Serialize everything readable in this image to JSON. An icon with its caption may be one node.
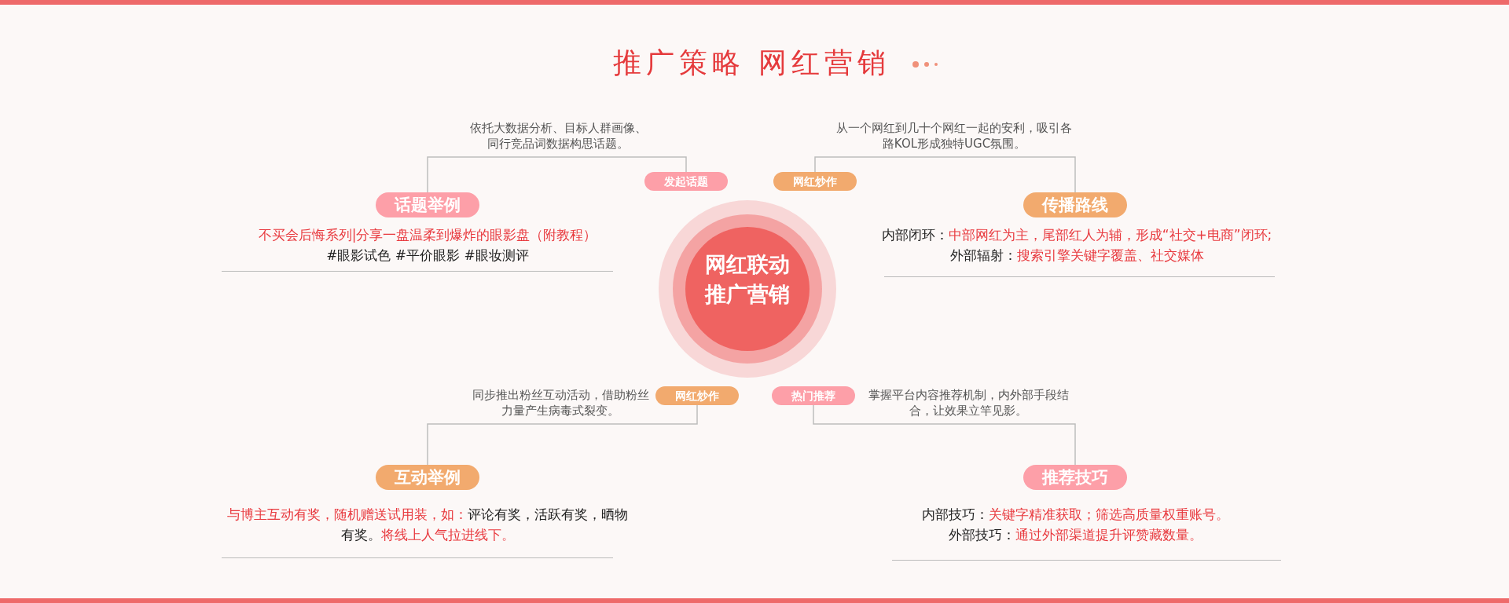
{
  "diagram": {
    "title": "推广策略 网红营销",
    "nodes": [
      {
        "text": [
          "网红联动推广营销"
        ]
      },
      {
        "text": [
          "发起话题"
        ]
      },
      {
        "text": [
          "话题举例"
        ],
        "beside": [
          "不买会后悔系列|分享一盘温柔到爆炸的眼影盘（附教程）",
          "#眼影试色 #平价眼影 #眼妆测评"
        ]
      },
      {
        "text": [
          "网红炒作"
        ]
      },
      {
        "text": [
          "传播路线"
        ],
        "beside": [
          "内部闭环：",
          "中部网红为主，尾部红人为辅，形成“社交+电商”闭环;",
          "外部辐射：",
          "搜索引擎关键字覆盖、社交媒体"
        ]
      },
      {
        "text": [
          "网红炒作"
        ]
      },
      {
        "text": [
          "互动举例"
        ],
        "beside": [
          "与博主互动有奖，随机赠送试用装，如：",
          "评论有奖，活跃有奖，晒物有奖。",
          "将线上人气拉进线下。"
        ]
      },
      {
        "text": [
          "热门推荐"
        ]
      },
      {
        "text": [
          "推荐技巧"
        ],
        "beside": [
          "内部技巧：",
          "关键字精准获取；筛选高质量权重账号。",
          "外部技巧：",
          "通过外部渠道提升评赞藏数量。"
        ]
      }
    ],
    "edges": [
      {
        "from": 1,
        "to": 2,
        "arrow": "none",
        "label": "依托大数据分析、目标人群画像、同行竞品词数据构思话题。"
      },
      {
        "from": 3,
        "to": 4,
        "arrow": "none",
        "label": "从一个网红到几十个网红一起的安利，吸引各路KOL形成独特UGC氛围。"
      },
      {
        "from": 5,
        "to": 6,
        "arrow": "none",
        "label": "同步推出粉丝互动活动，借助粉丝力量产生病毒式裂变。"
      },
      {
        "from": 7,
        "to": 8,
        "arrow": "none",
        "label": "掌握平台内容推荐机制，内外部手段结合，让效果立竿见影。"
      }
    ]
  }
}
